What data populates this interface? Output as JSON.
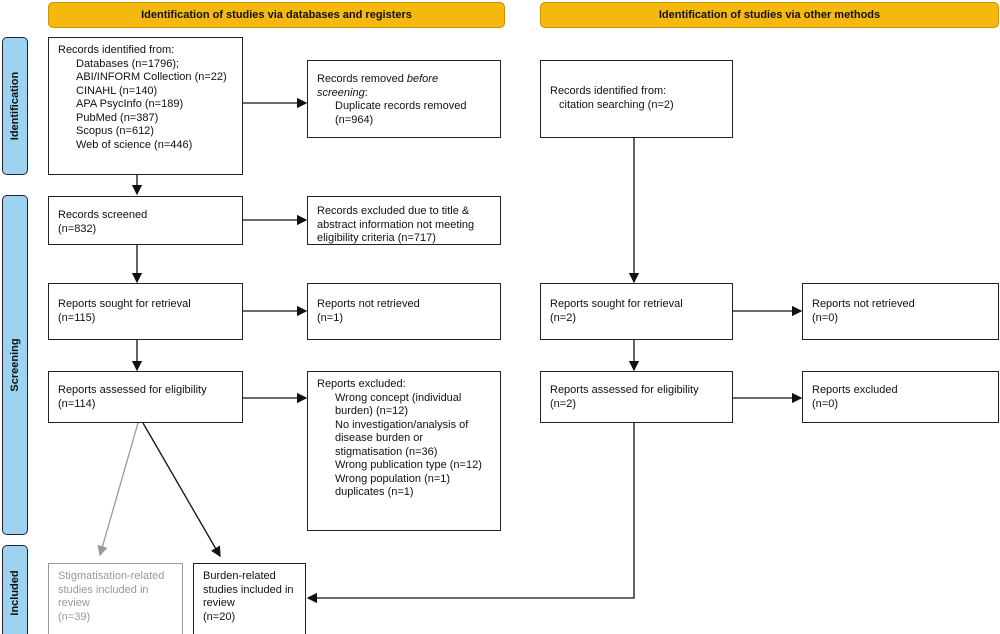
{
  "banners": {
    "left": "Identification of studies via databases and registers",
    "right": "Identification of studies via other methods"
  },
  "phases": {
    "identification": "Identification",
    "screening": "Screening",
    "included": "Included"
  },
  "db": {
    "identified": {
      "title": "Records identified from:",
      "items": [
        "Databases (n=1796);",
        "ABI/INFORM Collection (n=22)",
        "CINAHL (n=140)",
        "APA PsycInfo (n=189)",
        "PubMed (n=387)",
        "Scopus (n=612)",
        "Web of science (n=446)"
      ]
    },
    "removed": {
      "title_start": "Records removed ",
      "title_italic": "before screening",
      "title_end": ":",
      "items": [
        "Duplicate records removed (n=964)"
      ]
    },
    "screened": {
      "label": "Records screened",
      "n": "(n=832)"
    },
    "excluded_screen": {
      "label": "Records excluded due to title & abstract information not meeting eligibility criteria (n=717)"
    },
    "sought": {
      "label": "Reports sought for retrieval",
      "n": "(n=115)"
    },
    "not_retrieved": {
      "label": "Reports not retrieved",
      "n": "(n=1)"
    },
    "assessed": {
      "label": "Reports assessed for eligibility",
      "n": "(n=114)"
    },
    "reports_excluded": {
      "title": "Reports excluded:",
      "items": [
        "Wrong concept (individual burden) (n=12)",
        "No investigation/analysis of disease burden or stigmatisation (n=36)",
        "Wrong publication type (n=12)",
        "Wrong population (n=1)",
        "duplicates (n=1)"
      ]
    },
    "stigma_included": {
      "label": "Stigmatisation-related studies included in review",
      "n": "(n=39)"
    },
    "burden_included": {
      "label": "Burden-related studies included in review",
      "n": "(n=20)"
    }
  },
  "other": {
    "identified": {
      "title": "Records identified from:",
      "items": [
        "citation searching (n=2)"
      ]
    },
    "sought": {
      "label": "Reports sought for retrieval",
      "n": "(n=2)"
    },
    "not_retrieved": {
      "label": "Reports not retrieved",
      "n": "(n=0)"
    },
    "assessed": {
      "label": "Reports assessed for eligibility",
      "n": "(n=2)"
    },
    "excluded": {
      "label": "Reports excluded",
      "n": "(n=0)"
    }
  },
  "colors": {
    "banner": "#f5b80f",
    "phase": "#9dd3f0",
    "muted": "#999999"
  }
}
